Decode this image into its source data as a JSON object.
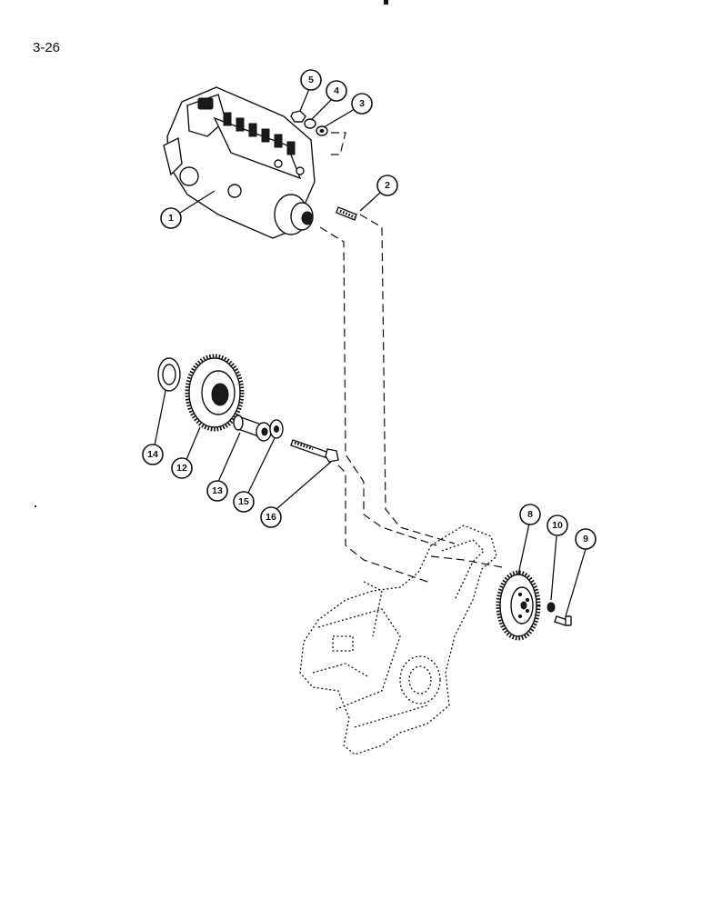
{
  "page": {
    "number": "3-26"
  },
  "callouts": [
    {
      "id": "1",
      "label": "1"
    },
    {
      "id": "2",
      "label": "2"
    },
    {
      "id": "3",
      "label": "3"
    },
    {
      "id": "4",
      "label": "4"
    },
    {
      "id": "5",
      "label": "5"
    },
    {
      "id": "8",
      "label": "8"
    },
    {
      "id": "9",
      "label": "9"
    },
    {
      "id": "10",
      "label": "10"
    },
    {
      "id": "12",
      "label": "12"
    },
    {
      "id": "13",
      "label": "13"
    },
    {
      "id": "14",
      "label": "14"
    },
    {
      "id": "15",
      "label": "15"
    },
    {
      "id": "16",
      "label": "16"
    }
  ]
}
